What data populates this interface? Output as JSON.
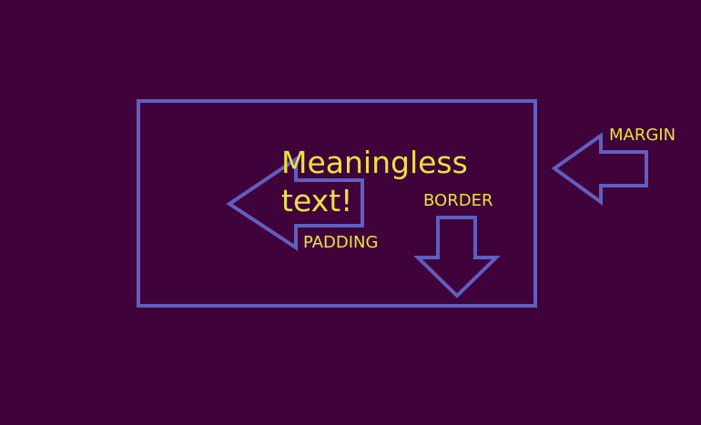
{
  "colors": {
    "background": "#40023a",
    "outline": "#5f5fbf",
    "text": "#e9e33c"
  },
  "diagram": {
    "main_text": "Meaningless text!",
    "labels": {
      "margin": "MARGIN",
      "border": "BORDER",
      "padding": "PADDING"
    },
    "icons": {
      "margin_arrow": "left-arrow-icon",
      "border_arrow": "down-arrow-icon",
      "padding_arrow": "left-arrow-icon"
    }
  }
}
